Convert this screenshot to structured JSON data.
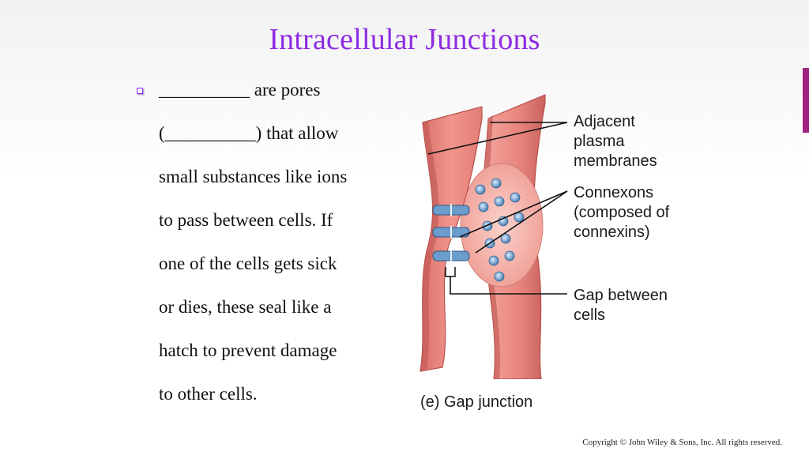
{
  "title": "Intracellular Junctions",
  "bullet": {
    "lines": [
      "__________ are pores",
      "(__________) that allow",
      "small substances like ions",
      "to pass between cells.  If",
      "one of the cells gets sick",
      "or dies, these seal like a",
      "hatch to prevent damage",
      "to other cells."
    ]
  },
  "figure": {
    "labels": {
      "adjacent_1": "Adjacent",
      "adjacent_2": "plasma",
      "adjacent_3": "membranes",
      "connexons_1": "Connexons",
      "connexons_2": "(composed of",
      "connexons_3": "connexins)",
      "gap_1": "Gap between",
      "gap_2": "cells"
    },
    "caption": "(e) Gap junction",
    "colors": {
      "membrane": "#e8847c",
      "connexon": "#5b8fbf"
    }
  },
  "copyright": "Copyright © John Wiley & Sons, Inc. All rights reserved."
}
